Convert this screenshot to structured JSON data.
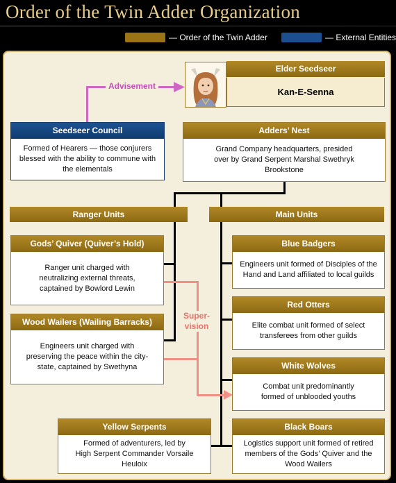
{
  "title": "Order of the Twin Adder Organization",
  "legend": [
    {
      "label": "— Order of the Twin Adder",
      "color": "#9b7416"
    },
    {
      "label": "— External Entities",
      "color": "#1b4f8f"
    }
  ],
  "colors": {
    "gold": "#9b7416",
    "blue": "#1b4f8f",
    "advisement": "#cf66c4",
    "supervision": "#f08f86"
  },
  "links": {
    "advisement": "Advisement",
    "supervision": "Super-vision"
  },
  "elder": {
    "header": "Elder Seedseer",
    "name": "Kan-E-Senna",
    "portrait_icon": "elder-portrait"
  },
  "council": {
    "header": "Seedseer Council",
    "body": "Formed of Hearers — those conjurers blessed with the ability to commune with the elementals"
  },
  "nest": {
    "header": "Adders’ Nest",
    "body": "Grand Company headquarters, presided over by Grand Serpent Marshal Swethryk Brookstone"
  },
  "ranger": {
    "label": "Ranger Units",
    "units": [
      {
        "header": "Gods’ Quiver (Quiver’s Hold)",
        "body": "Ranger unit charged with neutralizing external threats, captained by Bowlord Lewin"
      },
      {
        "header": "Wood Wailers (Wailing Barracks)",
        "body": "Engineers unit charged with preserving the peace within the city-state, captained by Swethyna"
      }
    ]
  },
  "main": {
    "label": "Main Units",
    "units": [
      {
        "header": "Blue Badgers",
        "body": "Engineers unit formed of Disciples of the Hand and Land affiliated to local guilds"
      },
      {
        "header": "Red Otters",
        "body": "Elite combat unit formed of select transferees from other guilds"
      },
      {
        "header": "White Wolves",
        "body": "Combat unit predominantly formed of unblooded youths"
      },
      {
        "header": "Black Boars",
        "body": "Logistics support unit formed of retired members of the Gods’ Quiver and the Wood Wailers"
      }
    ]
  },
  "serpents": {
    "header": "Yellow Serpents",
    "body": "Formed of adventurers, led by High Serpent Commander Vorsaile Heuloix"
  }
}
